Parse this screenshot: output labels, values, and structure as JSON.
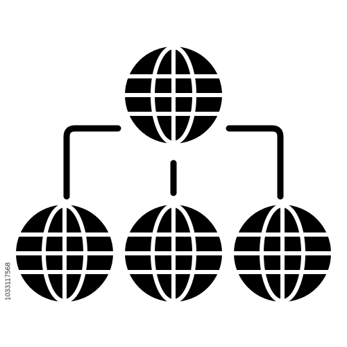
{
  "icon": {
    "name": "global-network-icon",
    "fill_color": "#000000",
    "line_color": "#ffffff",
    "background_color": "#ffffff",
    "globes": [
      "top-globe",
      "bottom-left-globe",
      "bottom-center-globe",
      "bottom-right-globe"
    ],
    "connectors": [
      "left-connector",
      "center-connector",
      "right-connector"
    ]
  },
  "stock_id": "1033117568"
}
